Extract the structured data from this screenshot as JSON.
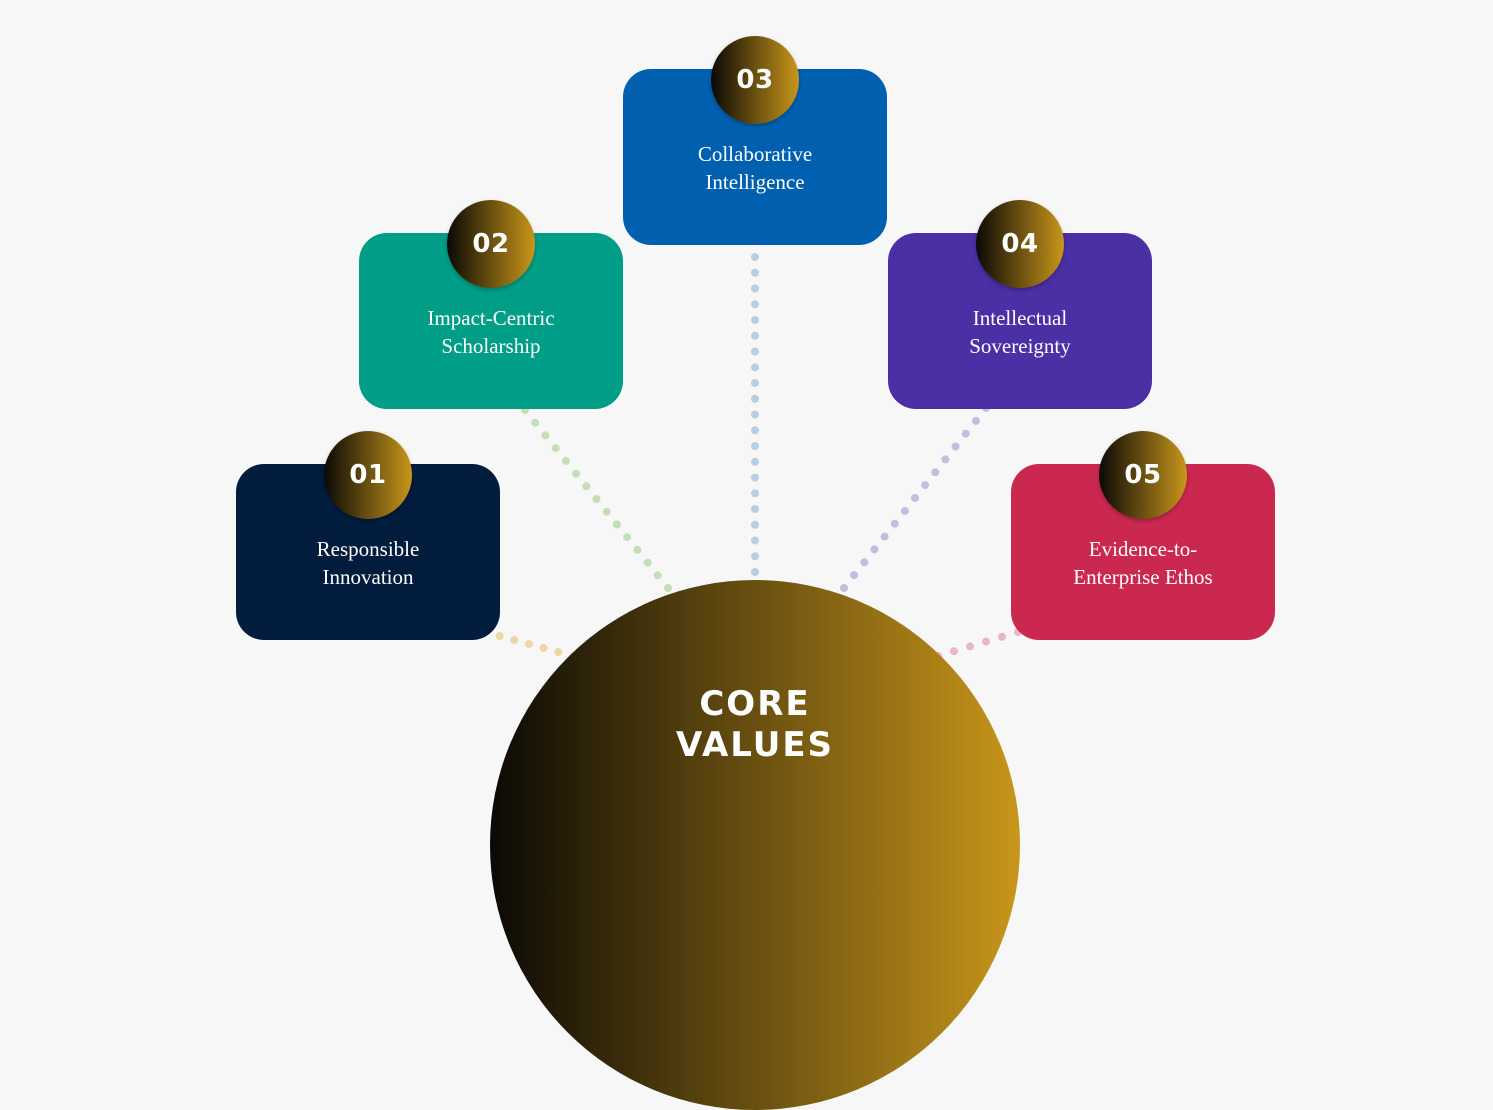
{
  "theme": {
    "gradient_dark": "#0b0906",
    "gradient_gold": "#c8961a",
    "background": "#f7f7f7"
  },
  "core": {
    "title": "CORE\nVALUES"
  },
  "values": [
    {
      "number": "01",
      "label": "Responsible\nInnovation",
      "color": "#011c3d",
      "connector_color": "#ecd8a6"
    },
    {
      "number": "02",
      "label": "Impact-Centric\nScholarship",
      "color": "#009e86",
      "connector_color": "#c4deb8"
    },
    {
      "number": "03",
      "label": "Collaborative\nIntelligence",
      "color": "#0060b0",
      "connector_color": "#b7cfe6"
    },
    {
      "number": "04",
      "label": "Intellectual\nSovereignty",
      "color": "#4a2fa5",
      "connector_color": "#c4bde0"
    },
    {
      "number": "05",
      "label": "Evidence-to-\nEnterprise Ethos",
      "color": "#cb2850",
      "connector_color": "#ecb4c8"
    }
  ]
}
